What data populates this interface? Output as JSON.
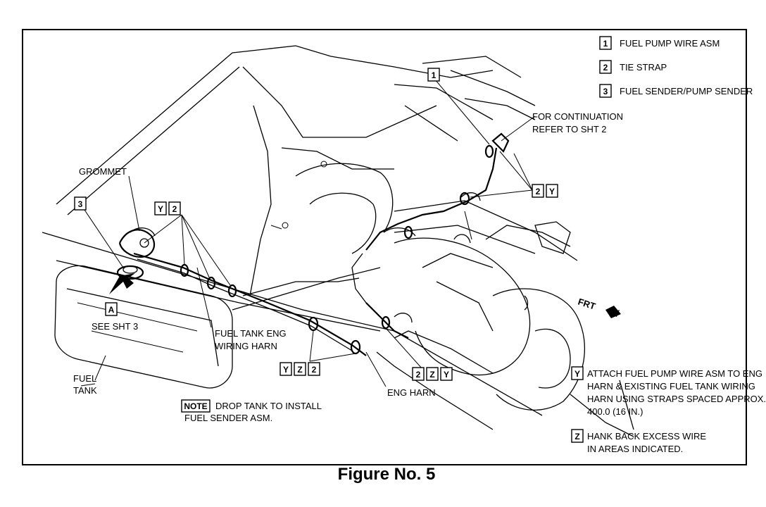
{
  "figure_caption": "Figure No. 5",
  "legend": [
    {
      "num": "1",
      "text": "FUEL PUMP WIRE ASM"
    },
    {
      "num": "2",
      "text": "TIE STRAP"
    },
    {
      "num": "3",
      "text": "FUEL SENDER/PUMP SENDER"
    }
  ],
  "callouts": {
    "one": "1",
    "three": "3",
    "two": "2",
    "y": "Y",
    "z": "Z",
    "a": "A"
  },
  "labels": {
    "continuation_line1": "FOR CONTINUATION",
    "continuation_line2": "REFER TO SHT 2",
    "grommet": "GROMMET",
    "see_sht3": "SEE SHT 3",
    "fuel_tank_eng_line1": "FUEL TANK ENG",
    "fuel_tank_eng_line2": "WIRING  HARN",
    "fuel_tank_line1": "FUEL",
    "fuel_tank_line2": "TANK",
    "eng_harn": "ENG HARN",
    "frt": "FRT",
    "note_tag": "NOTE",
    "note_line1": "DROP TANK TO INSTALL",
    "note_line2": "FUEL SENDER ASM."
  },
  "notes": {
    "y_line1": "ATTACH FUEL PUMP WIRE ASM TO ENG",
    "y_line2": "HARN & EXISTING FUEL TANK WIRING",
    "y_line3": "HARN USING STRAPS SPACED APPROX.",
    "y_line4": "400.0 (16 IN.)",
    "z_line1": "HANK BACK EXCESS WIRE",
    "z_line2": "IN AREAS INDICATED."
  }
}
